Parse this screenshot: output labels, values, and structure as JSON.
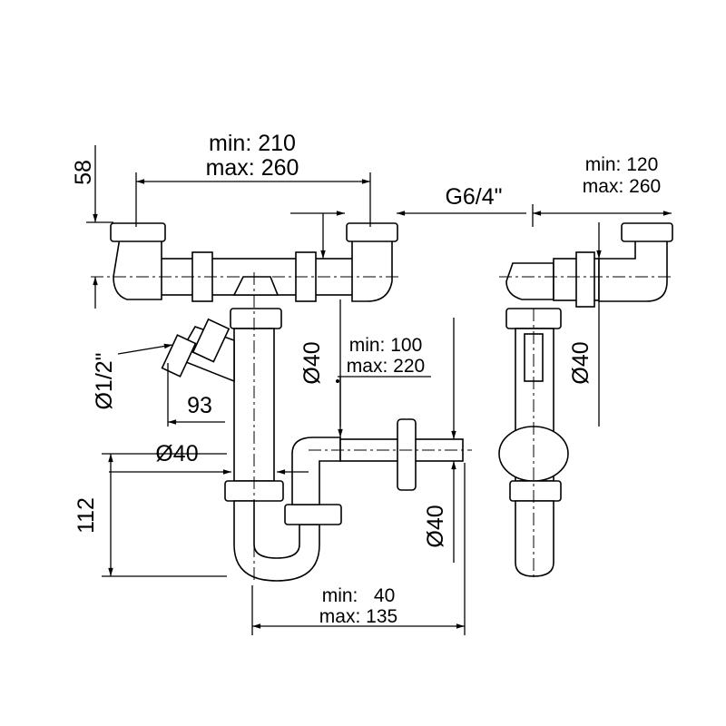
{
  "drawing": {
    "top_width": {
      "min": "min: 210",
      "max": "max: 260"
    },
    "height_top": "58",
    "thread": "G6/4\"",
    "side_width": {
      "min": "min: 120",
      "max": "max: 260"
    },
    "dia_top_left": "Ø40",
    "dia_side": "Ø40",
    "dia_valve": "Ø1/2\"",
    "offset_valve": "93",
    "dia_inlet": "Ø40",
    "drop": {
      "min": "min:  100",
      "max": "max: 220"
    },
    "height_trap": "112",
    "dia_outlet": "Ø40",
    "outlet_length": {
      "min": "min:   40",
      "max": "max: 135"
    }
  }
}
